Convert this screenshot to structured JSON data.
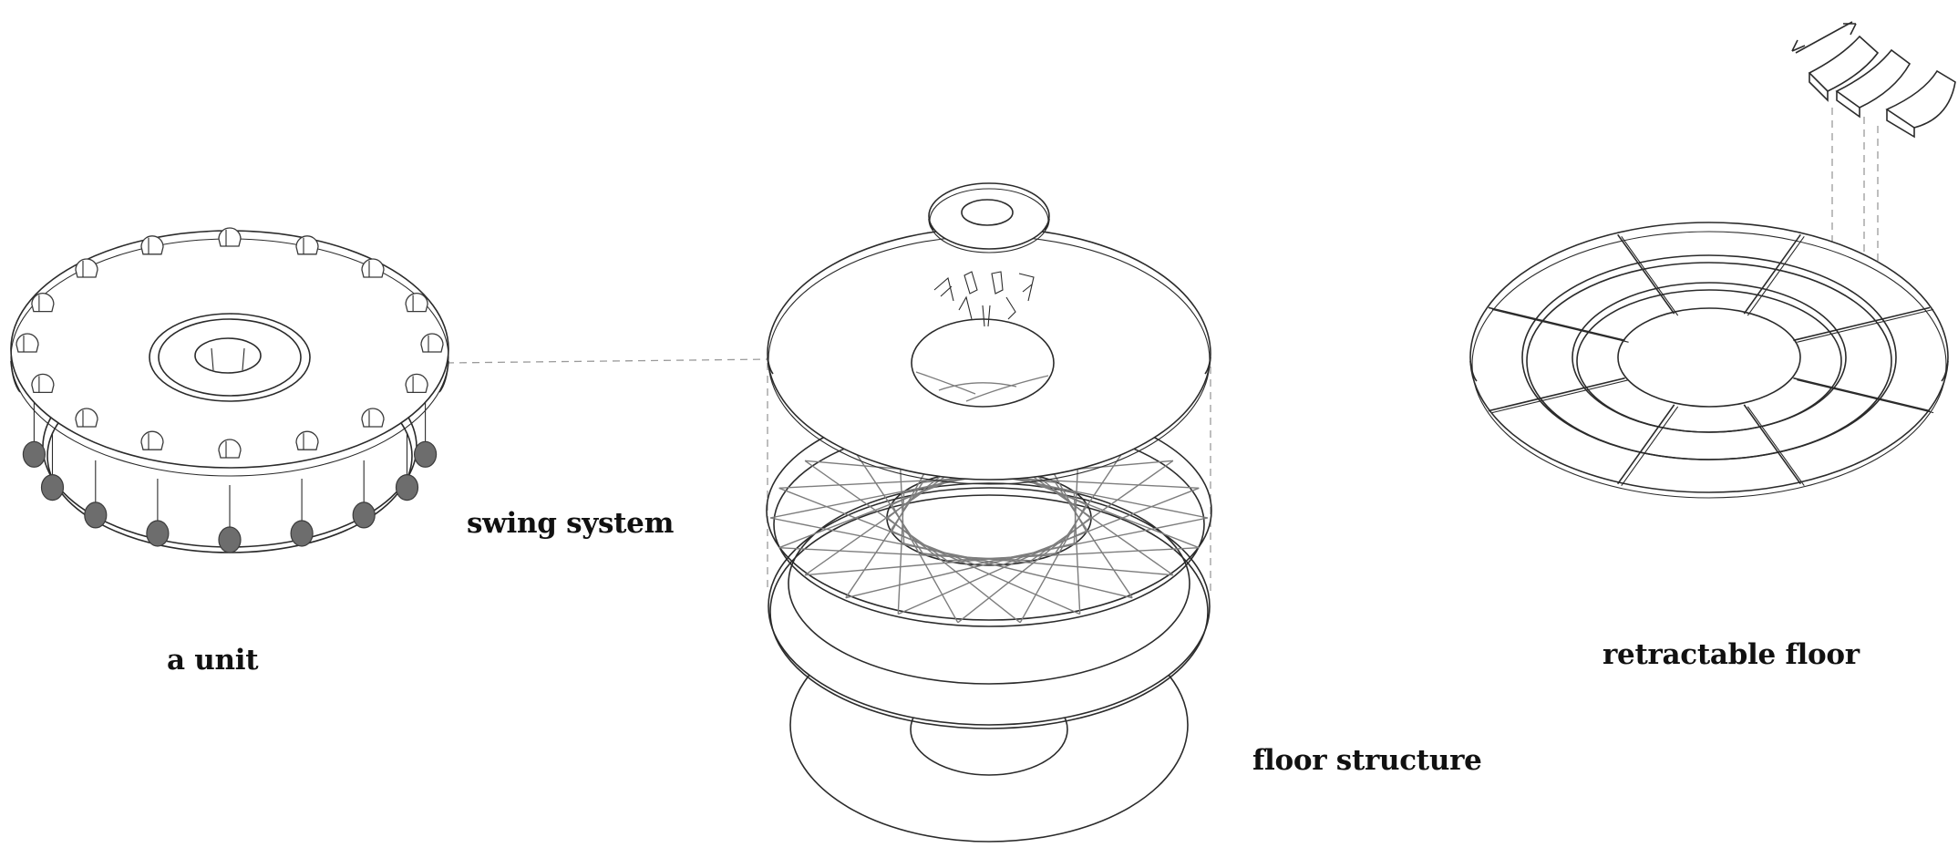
{
  "labels": {
    "unit": "a unit",
    "swing": "swing system",
    "floor": "floor structure",
    "retract": "retractable floor"
  },
  "colors": {
    "line": "#2b2b2b",
    "dash": "#9a9a9a",
    "ball": "#6d6d6d",
    "background": "#ffffff"
  },
  "counts": {
    "seats": 16,
    "balls": 9,
    "floor_segments": 8
  }
}
